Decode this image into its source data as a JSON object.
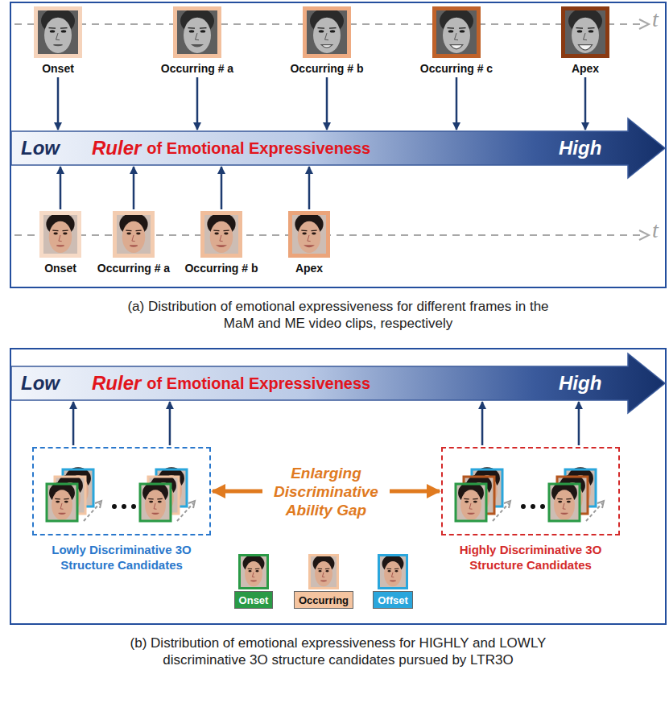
{
  "diagram": {
    "nodes": [
      {
        "text": [
          "(a) Distribution of emotional expressiveness for different frames in the MaM and ME video clips, respectively"
        ]
      },
      {
        "text": [
          "Onset"
        ],
        "in": 0
      },
      {
        "text": [
          "Occurring # a"
        ],
        "in": 0
      },
      {
        "text": [
          "Occurring # b"
        ],
        "in": 0
      },
      {
        "text": [
          "Occurring # c"
        ],
        "in": 0
      },
      {
        "text": [
          "Apex"
        ],
        "in": 0
      },
      {
        "text": [
          "Low",
          "Ruler",
          "of Emotional Expressiveness",
          "High"
        ],
        "in": 0
      },
      {
        "text": [
          "Onset"
        ],
        "in": 0
      },
      {
        "text": [
          "Occurring # a"
        ],
        "in": 0
      },
      {
        "text": [
          "Occurring # b"
        ],
        "in": 0
      },
      {
        "text": [
          "Apex"
        ],
        "in": 0
      },
      {
        "text": [
          "(b) Distribution of emotional expressiveness for HIGHLY and LOWLY discriminative 3O structure candidates pursued by LTR3O"
        ]
      },
      {
        "text": [
          "Low",
          "Ruler",
          "of Emotional Expressiveness",
          "High"
        ],
        "in": 11
      },
      {
        "text": [
          "Lowly Discriminative 3O Structure Candidates"
        ],
        "in": 11
      },
      {
        "text": [
          "Highly Discriminative 3O Structure Candidates"
        ],
        "in": 11
      }
    ],
    "edges": [
      {
        "from": 1,
        "to": 6,
        "arrow": "to"
      },
      {
        "from": 2,
        "to": 6,
        "arrow": "to"
      },
      {
        "from": 3,
        "to": 6,
        "arrow": "to"
      },
      {
        "from": 4,
        "to": 6,
        "arrow": "to"
      },
      {
        "from": 5,
        "to": 6,
        "arrow": "to"
      },
      {
        "from": 7,
        "to": 6,
        "arrow": "to"
      },
      {
        "from": 8,
        "to": 6,
        "arrow": "to"
      },
      {
        "from": 9,
        "to": 6,
        "arrow": "to"
      },
      {
        "from": 10,
        "to": 6,
        "arrow": "to"
      },
      {
        "from": 13,
        "to": 12,
        "arrow": "to"
      },
      {
        "from": 13,
        "to": 12,
        "arrow": "to"
      },
      {
        "from": 14,
        "to": 12,
        "arrow": "to"
      },
      {
        "from": 14,
        "to": 12,
        "arrow": "to"
      },
      {
        "from": 13,
        "to": 14,
        "arrow": "both",
        "label": "Enlarging Discriminative Ability Gap"
      }
    ],
    "labels": [
      "t",
      "t"
    ],
    "legend": [
      {
        "text": "Onset",
        "color": "#2a9a46"
      },
      {
        "text": "Occurring",
        "color": "#f4c4a0"
      },
      {
        "text": "Offset",
        "color": "#2aa6dc"
      }
    ]
  }
}
